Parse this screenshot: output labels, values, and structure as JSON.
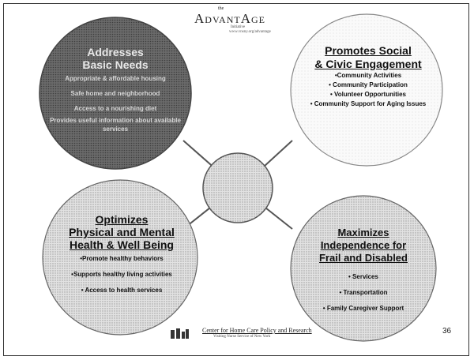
{
  "header": {
    "logo_the": "the",
    "logo_main": "AdvantAge",
    "logo_sub": "Initiative",
    "logo_url": "www.vnsny.org/advantage"
  },
  "quadrants": {
    "top_left": {
      "title": [
        "Addresses",
        "Basic Needs"
      ],
      "items": [
        "Appropriate & affordable housing",
        "Safe home and neighborhood",
        "Access to a nourishing diet",
        "Provides useful information about available services"
      ]
    },
    "top_right": {
      "title": [
        "Promotes Social",
        "& Civic Engagement"
      ],
      "items": [
        "•Community Activities",
        "• Community Participation",
        "• Volunteer Opportunities",
        "• Community Support for Aging Issues"
      ]
    },
    "bottom_left": {
      "title": [
        "Optimizes",
        "Physical and Mental",
        "Health & Well Being"
      ],
      "items": [
        "•Promote healthy behaviors",
        "•Supports healthy living activities",
        "• Access to health services"
      ]
    },
    "bottom_right": {
      "title": [
        "Maximizes",
        "Independence for",
        "Frail and Disabled"
      ],
      "items": [
        "• Services",
        "• Transportation",
        "• Family Caregiver Support"
      ]
    }
  },
  "footer": {
    "org_name": "Center for Home Care Policy and Research",
    "org_tag": "Visiting Nurse Service of New York",
    "page_number": "36"
  },
  "colors": {
    "top_left_fill": "#6e6e6e",
    "circle_fill": "#d4d4d4",
    "white_fill": "#fafafa",
    "connector": "#555555"
  }
}
